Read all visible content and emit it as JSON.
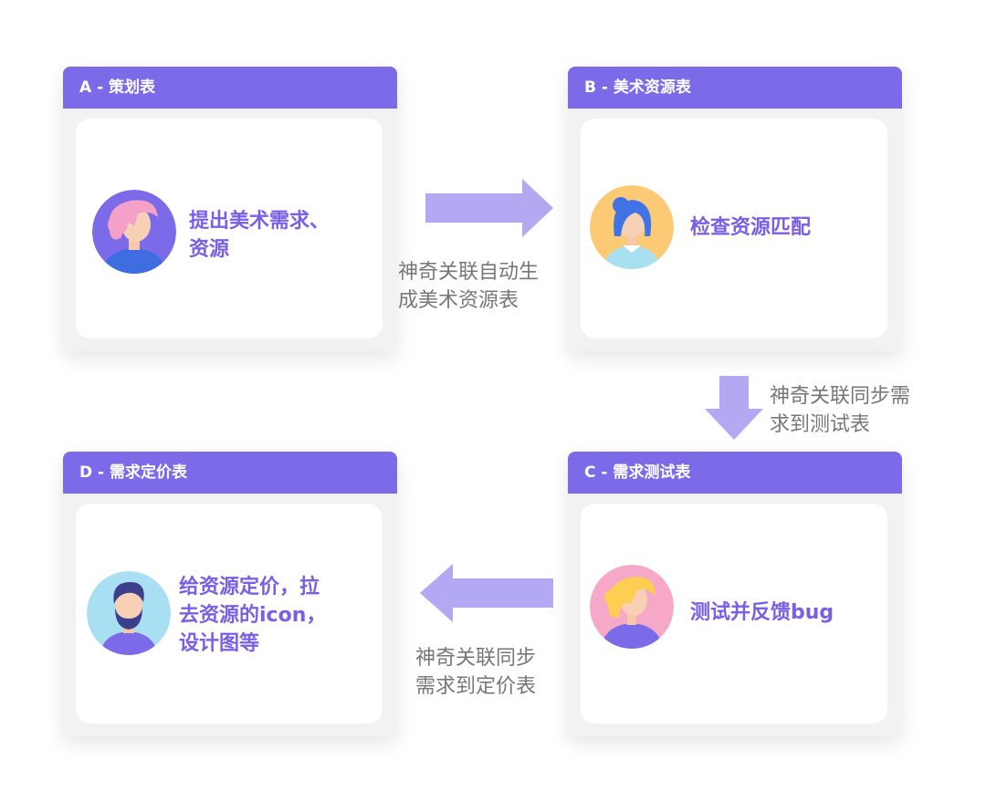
{
  "colors": {
    "header": "#7b6be9",
    "accent_text": "#7b5ee6",
    "arrow": "#b3a9f3",
    "note_text": "#777777",
    "card_bg": "#f2f2f2"
  },
  "cards": {
    "a": {
      "title": "A - 策划表",
      "text": "提出美术需求、\n资源",
      "icon": "pink-hair-person-icon"
    },
    "b": {
      "title": "B - 美术资源表",
      "text": "检查资源匹配",
      "icon": "blue-hair-girl-icon"
    },
    "c": {
      "title": "C - 需求测试表",
      "text": "测试并反馈bug",
      "icon": "blonde-person-icon"
    },
    "d": {
      "title": "D - 需求定价表",
      "text": "给资源定价，拉\n去资源的icon，\n设计图等",
      "icon": "bearded-man-icon"
    }
  },
  "arrows": {
    "a_to_b": {
      "label": "神奇关联自动生\n成美术资源表",
      "icon": "arrow-right-icon"
    },
    "b_to_c": {
      "label": "神奇关联同步需\n求到测试表",
      "icon": "arrow-down-icon"
    },
    "c_to_d": {
      "label": "神奇关联同步\n需求到定价表",
      "icon": "arrow-left-icon"
    }
  }
}
